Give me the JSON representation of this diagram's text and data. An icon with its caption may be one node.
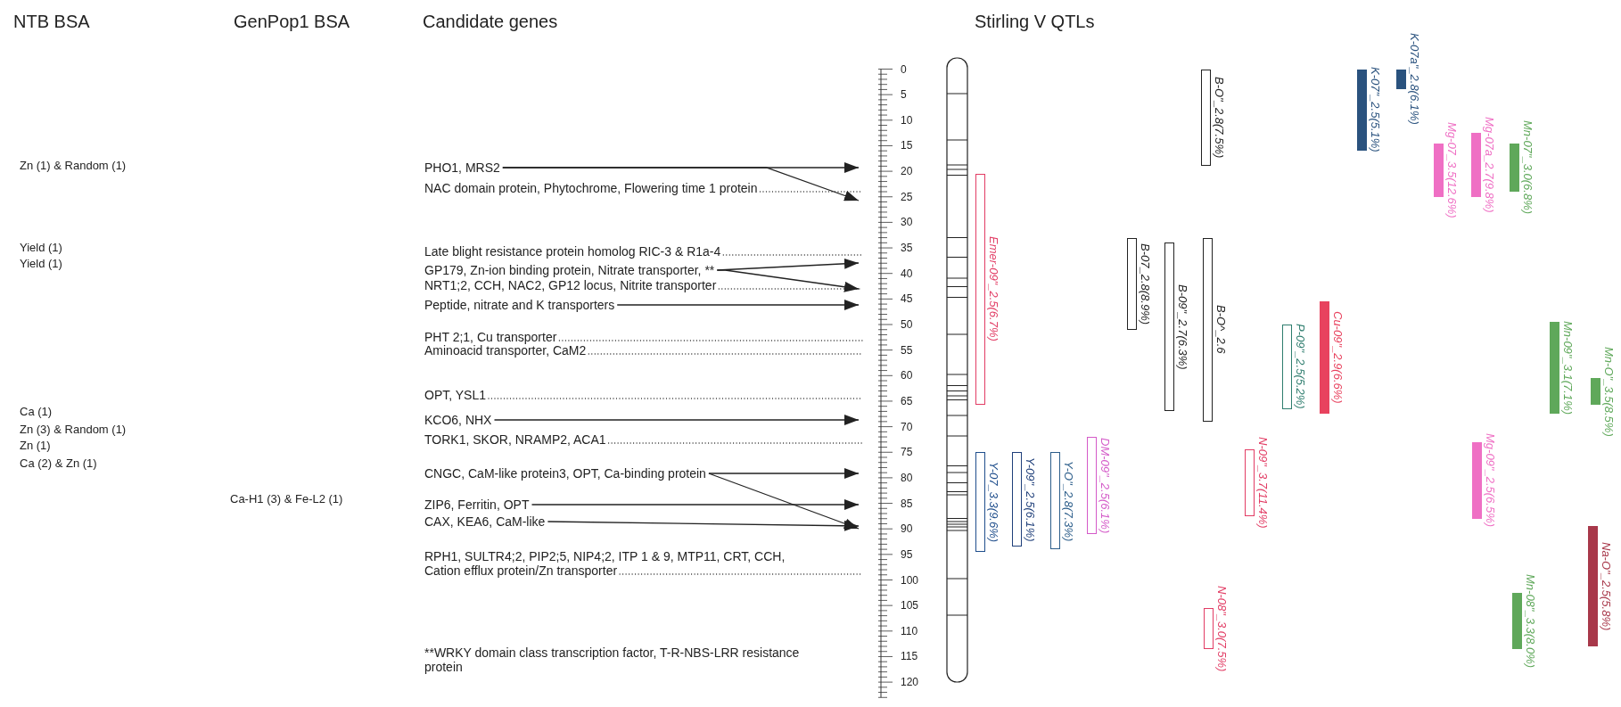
{
  "diagram": {
    "nodes": [
      {
        "text": [
          "PHO1, MRS2"
        ]
      },
      {
        "text": [
          "NAC domain protein, Phytochrome, Flowering time 1 protein"
        ]
      },
      {
        "text": [
          "Late blight resistance protein homolog RIC-3 & R1a-4"
        ]
      },
      {
        "text": [
          "GP179, Zn-ion binding protein, Nitrate transporter, **"
        ]
      },
      {
        "text": [
          "NRT1;2, CCH, NAC2, GP12 locus, Nitrite transporter"
        ]
      },
      {
        "text": [
          "Peptide, nitrate and K transporters"
        ]
      },
      {
        "text": [
          "PHT 2;1, Cu transporter"
        ]
      },
      {
        "text": [
          "Aminoacid transporter, CaM2"
        ]
      },
      {
        "text": [
          "OPT, YSL1"
        ]
      },
      {
        "text": [
          "KCO6, NHX"
        ]
      },
      {
        "text": [
          "TORK1, SKOR, NRAMP2, ACA1"
        ]
      },
      {
        "text": [
          "CNGC, CaM-like protein3, OPT, Ca-binding protein"
        ]
      },
      {
        "text": [
          "ZIP6, Ferritin, OPT"
        ]
      },
      {
        "text": [
          "CAX, KEA6, CaM-like"
        ]
      },
      {
        "text": [
          "RPH1, SULTR4;2, PIP2;5, NIP4;2, ITP 1 & 9, MTP11, CRT, CCH, Cation efflux protein/Zn transporter"
        ]
      },
      {
        "text": [],
        "shape": "bar",
        "beside": [
          "Emer-09\"_2.5(6.7%)"
        ]
      },
      {
        "text": [],
        "shape": "bar",
        "beside": [
          "Y-07_3.3(9.6%)"
        ]
      },
      {
        "text": [],
        "shape": "bar",
        "beside": [
          "Y-09\"_2.5(6.1%)"
        ]
      },
      {
        "text": [],
        "shape": "bar",
        "beside": [
          "Y-O\"_2.8(7.3%)"
        ]
      },
      {
        "text": [],
        "shape": "bar",
        "beside": [
          "DM-09\"_2.5(6.1%)"
        ]
      },
      {
        "text": [],
        "shape": "bar",
        "beside": [
          "B-07_2.8(8.9%)"
        ]
      },
      {
        "text": [],
        "shape": "bar",
        "beside": [
          "B-09\"_2.7(6.3%)"
        ]
      },
      {
        "text": [],
        "shape": "bar",
        "beside": [
          "B-O\"_2.8(7.5%)"
        ]
      },
      {
        "text": [],
        "shape": "bar",
        "beside": [
          "B-O^_2.6"
        ]
      },
      {
        "text": [],
        "shape": "bar",
        "beside": [
          "N-08\"_3.0(7.5%)"
        ]
      },
      {
        "text": [],
        "shape": "bar",
        "beside": [
          "N-09\"_3.7(11.4%)"
        ]
      },
      {
        "text": [],
        "shape": "bar",
        "beside": [
          "P-09\"_2.5(5.2%)"
        ]
      },
      {
        "text": [],
        "shape": "bar",
        "beside": [
          "Cu-09\"_2.9(6.6%)"
        ]
      },
      {
        "text": [],
        "shape": "bar",
        "beside": [
          "K-07\"_2.5(5.1%)"
        ]
      },
      {
        "text": [],
        "shape": "bar",
        "beside": [
          "K-07a\"_2.8(6.1%)"
        ]
      },
      {
        "text": [],
        "shape": "bar",
        "beside": [
          "Mg-07_3.5(12.6%)"
        ]
      },
      {
        "text": [],
        "shape": "bar",
        "beside": [
          "Mg-07a_2.7(9.8%)"
        ]
      },
      {
        "text": [],
        "shape": "bar",
        "beside": [
          "Mg-09\"_2.5(6.5%)"
        ]
      },
      {
        "text": [],
        "shape": "bar",
        "beside": [
          "Mn-07\"_3.0(6.8%)"
        ]
      },
      {
        "text": [],
        "shape": "bar",
        "beside": [
          "Mn-08\"_3.3(8.0%)"
        ]
      },
      {
        "text": [],
        "shape": "bar",
        "beside": [
          "Mn-09\"_3.1(7.1%)"
        ]
      },
      {
        "text": [],
        "shape": "bar",
        "beside": [
          "Na-O\"_2.5(5.8%)"
        ]
      },
      {
        "text": [],
        "shape": "bar",
        "beside": [
          "Mn-O\"_3.5(8.5%)"
        ]
      }
    ],
    "edges": [
      {
        "from": 0,
        "to": null,
        "arrow": "to"
      },
      {
        "from": 0,
        "to": null,
        "arrow": "to"
      },
      {
        "from": 1,
        "to": null,
        "arrow": "none",
        "style": "dashed"
      },
      {
        "from": 2,
        "to": null,
        "arrow": "none",
        "style": "dashed"
      },
      {
        "from": 3,
        "to": null,
        "arrow": "to"
      },
      {
        "from": 3,
        "to": null,
        "arrow": "to"
      },
      {
        "from": 4,
        "to": null,
        "arrow": "none",
        "style": "dashed"
      },
      {
        "from": 5,
        "to": null,
        "arrow": "to"
      },
      {
        "from": 6,
        "to": null,
        "arrow": "none",
        "style": "dashed"
      },
      {
        "from": 7,
        "to": null,
        "arrow": "none",
        "style": "dashed"
      },
      {
        "from": 8,
        "to": null,
        "arrow": "none",
        "style": "dashed"
      },
      {
        "from": 9,
        "to": null,
        "arrow": "to"
      },
      {
        "from": 10,
        "to": null,
        "arrow": "none",
        "style": "dashed"
      },
      {
        "from": 11,
        "to": null,
        "arrow": "to"
      },
      {
        "from": 11,
        "to": null,
        "arrow": "to"
      },
      {
        "from": 12,
        "to": null,
        "arrow": "to"
      },
      {
        "from": 13,
        "to": null,
        "arrow": "to"
      },
      {
        "from": 14,
        "to": null,
        "arrow": "none",
        "style": "dashed"
      }
    ],
    "labels": [
      "NTB BSA",
      "GenPop1 BSA",
      "Candidate genes",
      "Stirling V QTLs",
      "Zn (1) & Random (1)",
      "Yield (1)",
      "Yield (1)",
      "Ca (1)",
      "Zn (3) & Random (1)",
      "Zn (1)",
      "Ca (2) & Zn (1)",
      "Ca-H1 (3) & Fe-L2 (1)",
      "0",
      "5",
      "10",
      "15",
      "20",
      "25",
      "30",
      "35",
      "40",
      "45",
      "50",
      "55",
      "60",
      "65",
      "70",
      "75",
      "80",
      "85",
      "90",
      "95",
      "100",
      "105",
      "110",
      "115",
      "120",
      "**WRKY domain class transcription factor, T-R-NBS-LRR resistance protein"
    ]
  }
}
